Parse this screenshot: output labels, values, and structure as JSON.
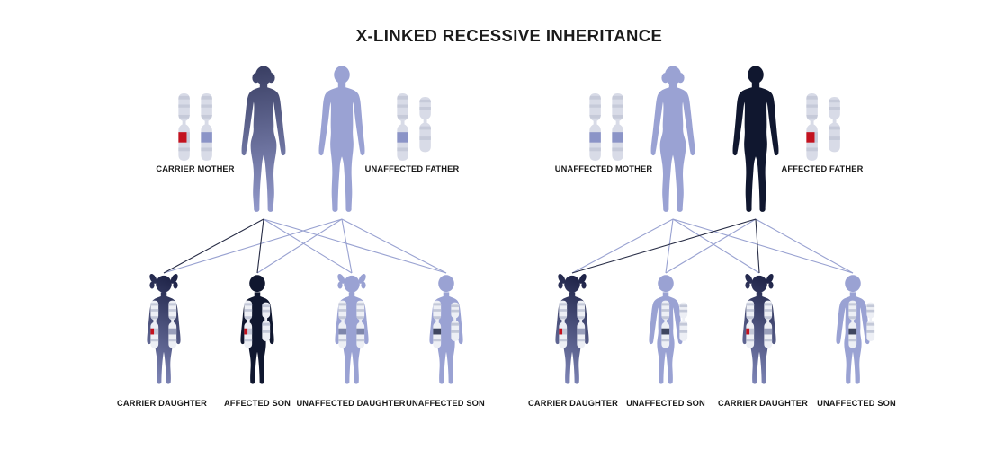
{
  "title": "X-LINKED RECESSIVE INHERITANCE",
  "colors": {
    "background": "#ffffff",
    "text": "#1a1a1a",
    "unaffected_figure": "#9aa2d3",
    "affected_figure": "#10172f",
    "carrier_gradient_dark": "#3c4166",
    "carrier_gradient_light": "#959cce",
    "chromosome_body": "#d8dbe7",
    "chromosome_band": "#c6cad9",
    "normal_gene_band": "#8b94c7",
    "affected_gene_band": "#c3121f",
    "line_light": "#99a2d1",
    "line_dark": "#272c45"
  },
  "families": [
    {
      "parents": [
        {
          "label": "CARRIER MOTHER",
          "sex": "female",
          "status": "carrier",
          "karyotype": "XX",
          "x_markers": [
            "affected-red",
            "normal-blue"
          ]
        },
        {
          "label": "UNAFFECTED FATHER",
          "sex": "male",
          "status": "unaffected",
          "karyotype": "XY",
          "x_markers": [
            "normal-blue"
          ]
        }
      ],
      "children": [
        {
          "label": "CARRIER DAUGHTER",
          "sex": "female",
          "status": "carrier"
        },
        {
          "label": "AFFECTED SON",
          "sex": "male",
          "status": "affected"
        },
        {
          "label": "UNAFFECTED DAUGHTER",
          "sex": "female",
          "status": "unaffected"
        },
        {
          "label": "UNAFFECTED SON",
          "sex": "male",
          "status": "unaffected"
        }
      ]
    },
    {
      "parents": [
        {
          "label": "UNAFFECTED MOTHER",
          "sex": "female",
          "status": "unaffected",
          "karyotype": "XX",
          "x_markers": [
            "normal-blue",
            "normal-blue"
          ]
        },
        {
          "label": "AFFECTED FATHER",
          "sex": "male",
          "status": "affected",
          "karyotype": "XY",
          "x_markers": [
            "affected-red"
          ]
        }
      ],
      "children": [
        {
          "label": "CARRIER DAUGHTER",
          "sex": "female",
          "status": "carrier"
        },
        {
          "label": "UNAFFECTED SON",
          "sex": "male",
          "status": "unaffected"
        },
        {
          "label": "CARRIER DAUGHTER",
          "sex": "female",
          "status": "carrier"
        },
        {
          "label": "UNAFFECTED SON",
          "sex": "male",
          "status": "unaffected"
        }
      ]
    }
  ]
}
